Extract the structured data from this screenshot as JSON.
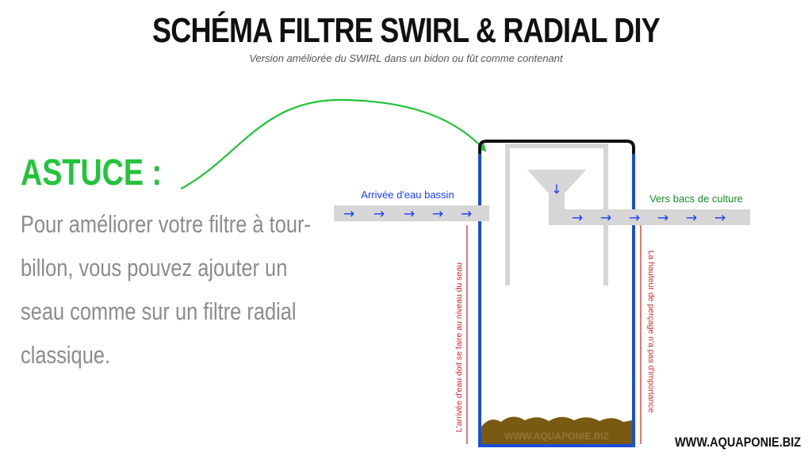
{
  "header": {
    "title": "SCHÉMA FILTRE SWIRL & RADIAL DIY",
    "subtitle": "Version améliorée du SWIRL dans un bidon ou fût comme contenant"
  },
  "tip": {
    "title": "ASTUCE :",
    "lines": [
      "Pour améliorer votre filtre à tour-",
      "billon, vous pouvez ajouter un",
      "seau comme sur un filtre radial",
      "classique."
    ]
  },
  "diagram": {
    "inlet_label": "Arrivée d'eau bassin",
    "outlet_label": "Vers bacs de culture",
    "left_note": "L'arrivée d'eau doit se faire au niveau du seau",
    "right_note": "La hauteur de perçage n'a pas d'importance",
    "watermark": "WWW.AQUAPONIE.BIZ"
  },
  "footer": {
    "website": "WWW.AQUAPONIE.BIZ"
  },
  "colors": {
    "accent_green": "#22c43a",
    "flow_blue": "#1a3cff",
    "container_blue": "#1a4fd6",
    "note_red": "#d42020",
    "sludge_brown": "#7a5a12"
  }
}
